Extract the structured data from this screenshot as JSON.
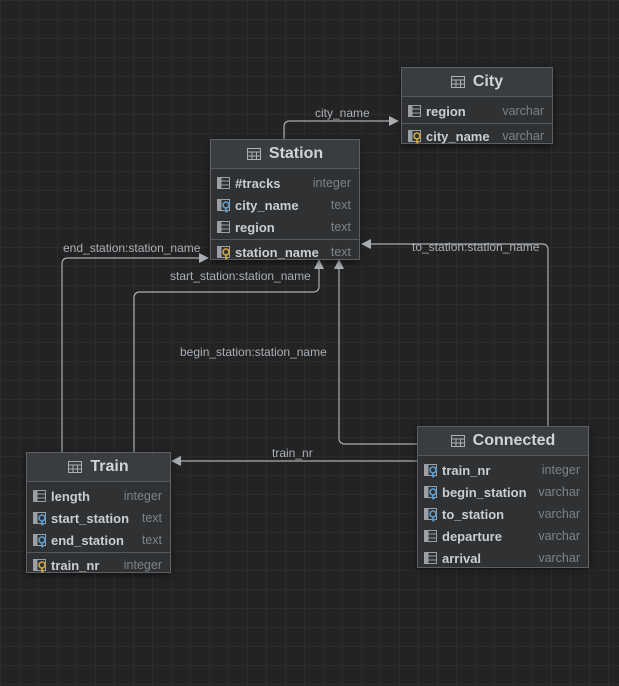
{
  "tables": {
    "city": {
      "title": "City",
      "columns": [
        {
          "name": "region",
          "type": "varchar",
          "icon": "column-icon"
        },
        {
          "name": "city_name",
          "type": "varchar",
          "icon": "primary-key-icon"
        }
      ]
    },
    "station": {
      "title": "Station",
      "columns": [
        {
          "name": "#tracks",
          "type": "integer",
          "icon": "column-icon"
        },
        {
          "name": "city_name",
          "type": "text",
          "icon": "foreign-key-icon"
        },
        {
          "name": "region",
          "type": "text",
          "icon": "column-icon"
        },
        {
          "name": "station_name",
          "type": "text",
          "icon": "primary-key-icon"
        }
      ]
    },
    "train": {
      "title": "Train",
      "columns": [
        {
          "name": "length",
          "type": "integer",
          "icon": "column-icon"
        },
        {
          "name": "start_station",
          "type": "text",
          "icon": "foreign-key-icon"
        },
        {
          "name": "end_station",
          "type": "text",
          "icon": "foreign-key-icon"
        },
        {
          "name": "train_nr",
          "type": "integer",
          "icon": "primary-key-icon"
        }
      ]
    },
    "connected": {
      "title": "Connected",
      "columns": [
        {
          "name": "train_nr",
          "type": "integer",
          "icon": "foreign-key-icon"
        },
        {
          "name": "begin_station",
          "type": "varchar",
          "icon": "foreign-key-icon"
        },
        {
          "name": "to_station",
          "type": "varchar",
          "icon": "foreign-key-icon"
        },
        {
          "name": "departure",
          "type": "varchar",
          "icon": "column-icon"
        },
        {
          "name": "arrival",
          "type": "varchar",
          "icon": "column-icon"
        }
      ]
    }
  },
  "relations": {
    "city_name": "city_name",
    "end_station": "end_station:station_name",
    "start_station": "start_station:station_name",
    "begin_station": "begin_station:station_name",
    "to_station": "to_station:station_name",
    "train_nr": "train_nr"
  },
  "colors": {
    "background": "#232323",
    "edge": "#a9aeb3",
    "key": "#d6a93a",
    "fk": "#5aa1d6"
  }
}
